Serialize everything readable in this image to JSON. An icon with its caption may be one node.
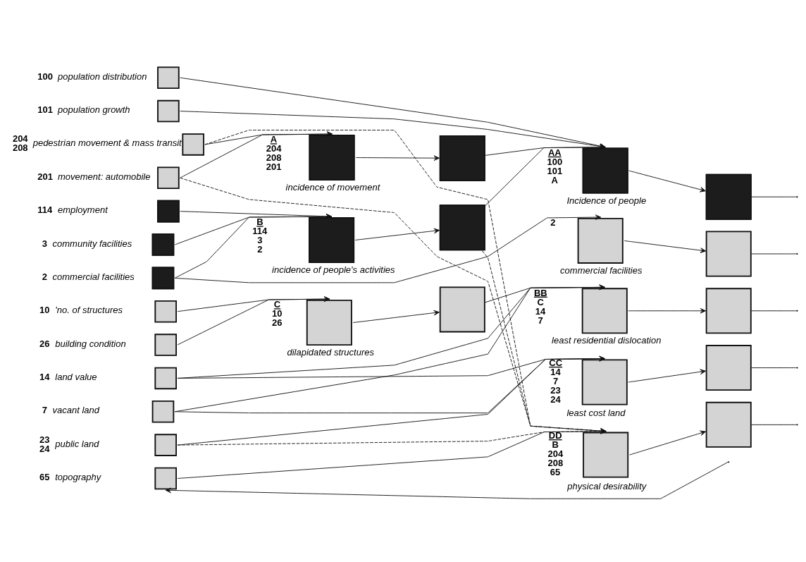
{
  "diagram": {
    "nodes": [
      {
        "text": [],
        "shape": "box",
        "beside": [
          "100",
          "population distribution"
        ]
      },
      {
        "text": [],
        "shape": "box",
        "beside": [
          "101",
          "population growth"
        ]
      },
      {
        "text": [],
        "shape": "box",
        "beside": [
          "204 208",
          "pedestrian movement & mass transit"
        ]
      },
      {
        "text": [],
        "shape": "box",
        "beside": [
          "201",
          "movement: automobile"
        ]
      },
      {
        "text": [],
        "shape": "box",
        "beside": [
          "114",
          "employment"
        ]
      },
      {
        "text": [],
        "shape": "box",
        "beside": [
          "3",
          "community facilities"
        ]
      },
      {
        "text": [],
        "shape": "box",
        "beside": [
          "2",
          "commercial facilities"
        ]
      },
      {
        "text": [],
        "shape": "box",
        "beside": [
          "10",
          "'no. of structures"
        ]
      },
      {
        "text": [],
        "shape": "box",
        "beside": [
          "26",
          "building condition"
        ]
      },
      {
        "text": [],
        "shape": "box",
        "beside": [
          "14",
          "land value"
        ]
      },
      {
        "text": [],
        "shape": "box",
        "beside": [
          "7",
          "vacant land"
        ]
      },
      {
        "text": [],
        "shape": "box",
        "beside": [
          "23 24",
          "public land"
        ]
      },
      {
        "text": [],
        "shape": "box",
        "beside": [
          "65",
          "topography"
        ]
      },
      {
        "text": [],
        "shape": "box",
        "beside": [
          "A",
          "204 208 201",
          "incidence of movement"
        ]
      },
      {
        "text": [],
        "shape": "box"
      },
      {
        "text": [],
        "shape": "box",
        "beside": [
          "B",
          "114 3 2",
          "incidence of people's activities"
        ]
      },
      {
        "text": [],
        "shape": "box"
      },
      {
        "text": [],
        "shape": "box",
        "beside": [
          "C",
          "10 26",
          "dilapidated structures"
        ]
      },
      {
        "text": [],
        "shape": "box"
      },
      {
        "text": [],
        "shape": "box",
        "beside": [
          "AA",
          "100 101 A",
          "Incidence of people"
        ]
      },
      {
        "text": [],
        "shape": "box"
      },
      {
        "text": [],
        "shape": "box",
        "beside": [
          "2",
          "commercial facilities"
        ]
      },
      {
        "text": [],
        "shape": "box"
      },
      {
        "text": [],
        "shape": "box",
        "beside": [
          "BB",
          "C 14 7",
          "least residential dislocation"
        ]
      },
      {
        "text": [],
        "shape": "box"
      },
      {
        "text": [],
        "shape": "box",
        "beside": [
          "CC",
          "14 7 23 24",
          "least cost land"
        ]
      },
      {
        "text": [],
        "shape": "box"
      },
      {
        "text": [],
        "shape": "box",
        "beside": [
          "DD",
          "B 204 208 65",
          "physical desirability"
        ]
      },
      {
        "text": [],
        "shape": "box"
      }
    ],
    "edges": [
      {
        "from": 0,
        "to": 19,
        "arrow": "to"
      },
      {
        "from": 1,
        "to": 19,
        "arrow": "to"
      },
      {
        "from": 2,
        "to": 13,
        "arrow": "to"
      },
      {
        "from": 3,
        "to": 13,
        "arrow": "to"
      },
      {
        "from": 2,
        "to": 27,
        "arrow": "to",
        "style": "dashed"
      },
      {
        "from": 3,
        "to": 27,
        "arrow": "to",
        "style": "dashed"
      },
      {
        "from": 4,
        "to": 15,
        "arrow": "to"
      },
      {
        "from": 5,
        "to": 15,
        "arrow": "to"
      },
      {
        "from": 6,
        "to": 15,
        "arrow": "to"
      },
      {
        "from": 6,
        "to": 21,
        "arrow": "to"
      },
      {
        "from": 7,
        "to": 17,
        "arrow": "to"
      },
      {
        "from": 8,
        "to": 17,
        "arrow": "to"
      },
      {
        "from": 13,
        "to": 14,
        "arrow": "to"
      },
      {
        "from": 15,
        "to": 16,
        "arrow": "to"
      },
      {
        "from": 17,
        "to": 18,
        "arrow": "to"
      },
      {
        "from": 14,
        "to": 19,
        "arrow": "to"
      },
      {
        "from": 16,
        "to": 19,
        "arrow": "to"
      },
      {
        "from": 16,
        "to": 27,
        "arrow": "to",
        "style": "dashed"
      },
      {
        "from": 18,
        "to": 23,
        "arrow": "to"
      },
      {
        "from": 9,
        "to": 23,
        "arrow": "to"
      },
      {
        "from": 10,
        "to": 23,
        "arrow": "to"
      },
      {
        "from": 9,
        "to": 25,
        "arrow": "to"
      },
      {
        "from": 10,
        "to": 25,
        "arrow": "to"
      },
      {
        "from": 11,
        "to": 25,
        "arrow": "to"
      },
      {
        "from": 11,
        "to": 27,
        "arrow": "to",
        "style": "dashed"
      },
      {
        "from": 12,
        "to": 27,
        "arrow": "to"
      },
      {
        "from": 19,
        "to": 20,
        "arrow": "to"
      },
      {
        "from": 21,
        "to": 22,
        "arrow": "to"
      },
      {
        "from": 23,
        "to": 24,
        "arrow": "to"
      },
      {
        "from": 25,
        "to": 26,
        "arrow": "to"
      },
      {
        "from": 27,
        "to": 28,
        "arrow": "to"
      },
      {
        "from": 20,
        "to": null,
        "arrow": "none"
      },
      {
        "from": 22,
        "to": null,
        "arrow": "none"
      },
      {
        "from": 24,
        "to": null,
        "arrow": "none"
      },
      {
        "from": 26,
        "to": null,
        "arrow": "none"
      },
      {
        "from": 28,
        "to": null,
        "arrow": "none"
      },
      {
        "from": null,
        "to": 12,
        "arrow": "to"
      }
    ]
  }
}
